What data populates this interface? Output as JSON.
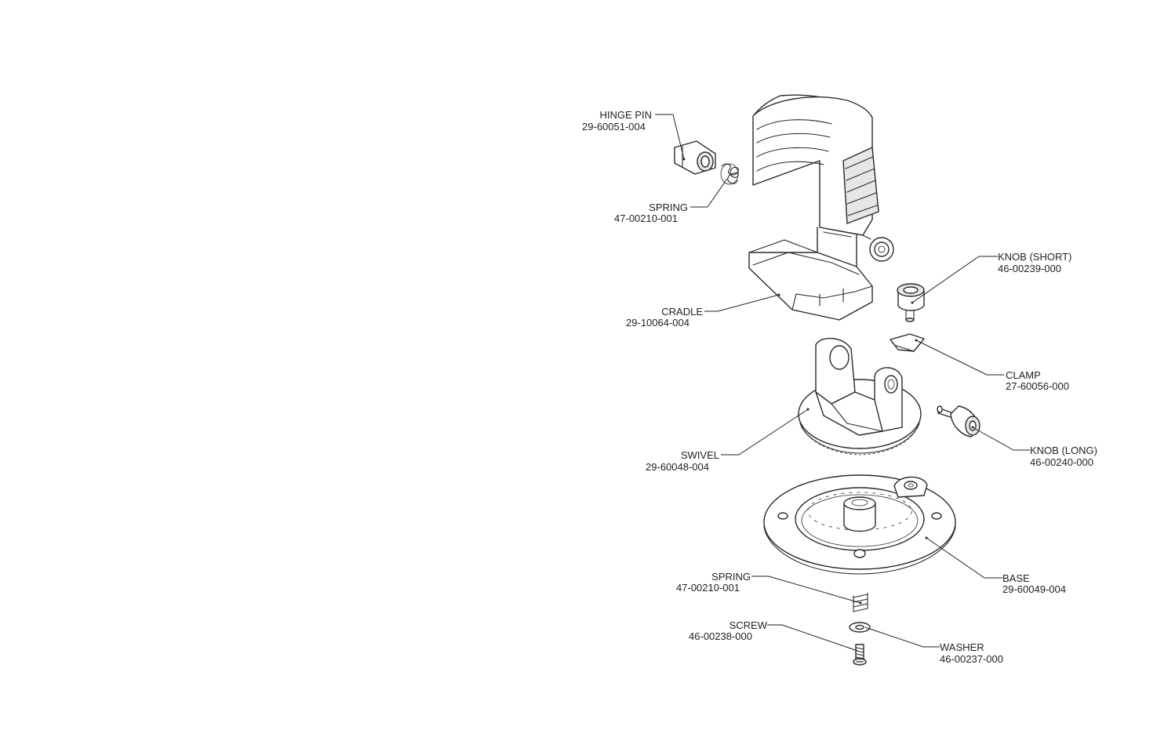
{
  "parts": [
    {
      "id": "hinge-pin",
      "name": "HINGE PIN",
      "part_number": "29-60051-004"
    },
    {
      "id": "spring-top",
      "name": "SPRING",
      "part_number": "47-00210-001"
    },
    {
      "id": "cradle",
      "name": "CRADLE",
      "part_number": "29-10064-004"
    },
    {
      "id": "knob-short",
      "name": "KNOB (SHORT)",
      "part_number": "46-00239-000"
    },
    {
      "id": "clamp",
      "name": "CLAMP",
      "part_number": "27-60056-000"
    },
    {
      "id": "swivel",
      "name": "SWIVEL",
      "part_number": "29-60048-004"
    },
    {
      "id": "knob-long",
      "name": "KNOB (LONG)",
      "part_number": "46-00240-000"
    },
    {
      "id": "base",
      "name": "BASE",
      "part_number": "29-60049-004"
    },
    {
      "id": "spring-bottom",
      "name": "SPRING",
      "part_number": "47-00210-001"
    },
    {
      "id": "screw",
      "name": "SCREW",
      "part_number": "46-00238-000"
    },
    {
      "id": "washer",
      "name": "WASHER",
      "part_number": "46-00237-000"
    }
  ]
}
